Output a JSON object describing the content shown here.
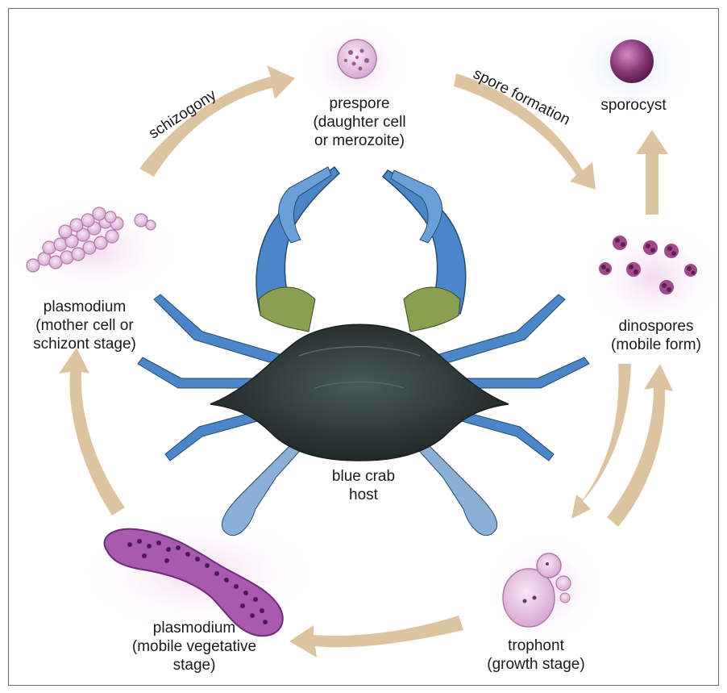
{
  "stages": {
    "prespore": "prespore\n(daughter cell\nor merozoite)",
    "sporocyst": "sporocyst",
    "dinospores": "dinospores\n(mobile form)",
    "trophont": "trophont\n(growth stage)",
    "plasmodium_mobile": "plasmodium\n(mobile vegetative\nstage)",
    "plasmodium_mother": "plasmodium\n(mother cell or\nschizont stage)"
  },
  "host": "blue crab\nhost",
  "processes": {
    "schizogony": "schizogony",
    "spore_formation": "spore formation"
  },
  "colors": {
    "arrow": "#dcc4a0",
    "crab_body": "#2f3a38",
    "crab_legs": "#4a86c8",
    "cell_pink": "#d9a8d4",
    "plasmodium_purple": "#9a4ea0",
    "sporocyst_purple": "#8a3a78"
  }
}
